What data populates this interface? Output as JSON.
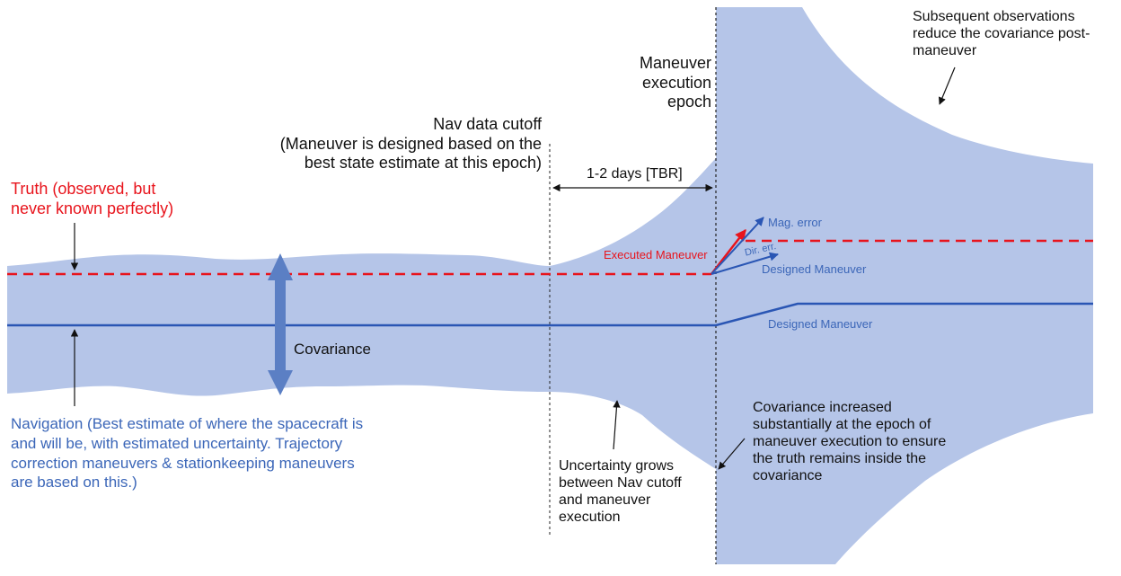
{
  "colors": {
    "covariance_fill": "#b5c5e8",
    "truth_red": "#e8141c",
    "nav_blue": "#2a56b4",
    "arrow_blue": "#5b7fc4",
    "text_blue": "#3b66b8"
  },
  "labels": {
    "subsequent_obs": "Subsequent observations\nreduce the covariance post-\nmaneuver",
    "maneuver_epoch": "Maneuver\nexecution\nepoch",
    "nav_cutoff": "Nav data cutoff\n(Maneuver is designed based on the\nbest state estimate at this epoch)",
    "duration": "1-2 days [TBR]",
    "truth": "Truth (observed, but\nnever known perfectly)",
    "executed_maneuver": "Executed Maneuver",
    "mag_error": "Mag. error",
    "dir_error": "Dir. err.",
    "designed_maneuver_upper": "Designed Maneuver",
    "designed_maneuver_lower": "Designed Maneuver",
    "covariance": "Covariance",
    "navigation": "Navigation (Best estimate of where the spacecraft is\nand will be, with estimated uncertainty. Trajectory\ncorrection maneuvers & stationkeeping maneuvers\nare based on this.)",
    "uncertainty_grows": "Uncertainty grows\nbetween Nav cutoff\nand maneuver\nexecution",
    "covariance_increased": "Covariance increased\nsubstantially at the epoch of\nmaneuver execution to ensure\nthe truth remains inside the\ncovariance"
  }
}
